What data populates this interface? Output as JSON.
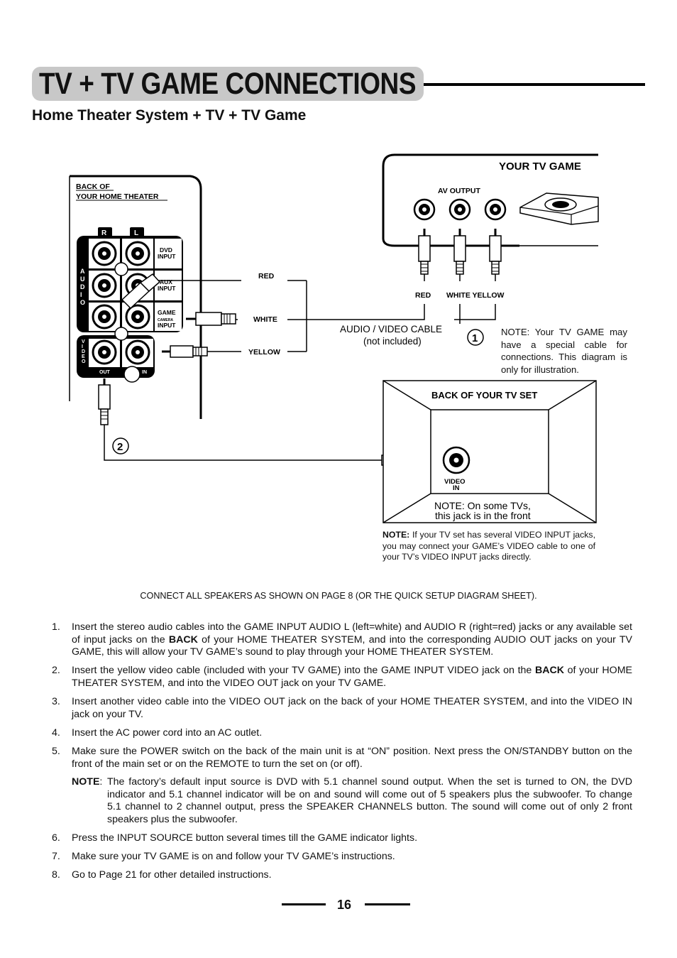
{
  "header": {
    "title": "TV + TV GAME CONNECTIONS",
    "subtitle": "Home Theater System + TV + TV Game"
  },
  "diagram": {
    "home_theater_label_1": "BACK OF",
    "home_theater_label_2": "YOUR HOME THEATER",
    "r": "R",
    "l": "L",
    "audio_vertical": [
      "A",
      "U",
      "D",
      "I",
      "O"
    ],
    "video_vertical": [
      "V",
      "I",
      "D",
      "E",
      "O"
    ],
    "dvd_input_1": "DVD",
    "dvd_input_2": "INPUT",
    "aux_input_1": "AUX",
    "aux_input_2": "INPUT",
    "game_input_1": "GAME",
    "game_input_2": "CAMERA",
    "game_input_3": "INPUT",
    "out": "OUT",
    "in": "IN",
    "cable_red": "RED",
    "cable_white": "WHITE",
    "cable_yellow": "YELLOW",
    "tv_game_title": "YOUR TV GAME",
    "av_output": "AV OUTPUT",
    "plug_red": "RED",
    "plug_white_yellow": "WHITE YELLOW",
    "step1": "1",
    "step2": "2",
    "av_cable_1": "AUDIO / VIDEO CABLE",
    "av_cable_2": "(not included)",
    "tv_title": "BACK OF YOUR TV SET",
    "video_in_1": "VIDEO",
    "video_in_2": "IN",
    "tv_note_1": "NOTE: On some TVs,",
    "tv_note_2": "this jack is in the front"
  },
  "notes": {
    "game_note": "NOTE: Your TV GAME may have a special cable for connections. This diagram is only for illustration.",
    "tv_note_label": "NOTE:",
    "tv_note_text": " If your TV set has several VIDEO INPUT jacks, you may connect your GAME’s VIDEO cable to one of your TV’s VIDEO INPUT jacks directly."
  },
  "connect_line": "CONNECT ALL SPEAKERS AS SHOWN ON PAGE 8 (OR THE QUICK SETUP DIAGRAM SHEET).",
  "steps": [
    {
      "num": "1.",
      "a": "Insert the stereo audio cables into the GAME INPUT AUDIO L (left=white) and AUDIO R (right=red) jacks or any available set of input jacks on the ",
      "bold": "BACK",
      "b": " of your HOME THEATER SYSTEM, and into the corresponding AUDIO OUT jacks on your TV GAME, this will allow your TV GAME’s sound to play through your HOME THEATER SYSTEM."
    },
    {
      "num": "2.",
      "a": "Insert the yellow video cable (included with your TV GAME) into the GAME INPUT VIDEO jack on the ",
      "bold": "BACK",
      "b": " of your HOME THEATER SYSTEM, and into the VIDEO OUT jack on your TV GAME."
    },
    {
      "num": "3.",
      "a": "Insert another video cable into the VIDEO OUT jack on the back of your HOME THEATER SYSTEM, and into the VIDEO IN jack on your TV.",
      "bold": "",
      "b": ""
    },
    {
      "num": "4.",
      "a": "Insert the AC power cord into an AC outlet.",
      "bold": "",
      "b": ""
    },
    {
      "num": "5.",
      "a": "Make sure the POWER switch on the back of the main unit is at “ON” position. Next press the ON/STANDBY button on the front of the main set or on the REMOTE to turn the set on (or off).",
      "bold": "",
      "b": ""
    }
  ],
  "note5": {
    "label": "NOTE",
    "text": "The factory’s default input source is DVD with 5.1 channel sound output. When the set is turned to ON, the DVD indicator and 5.1 channel indicator will be on and sound will come out of 5 speakers plus the subwoofer. To change 5.1 channel to 2 channel output, press the SPEAKER CHANNELS button. The sound will come out of only 2 front speakers plus the subwoofer."
  },
  "steps_after": [
    {
      "num": "6.",
      "a": "Press the INPUT SOURCE button several times till the GAME indicator lights."
    },
    {
      "num": "7.",
      "a": "Make sure your TV GAME is on and follow your TV GAME’s instructions."
    },
    {
      "num": "8.",
      "a": "Go to Page 21 for other detailed instructions."
    }
  ],
  "page_number": "16"
}
